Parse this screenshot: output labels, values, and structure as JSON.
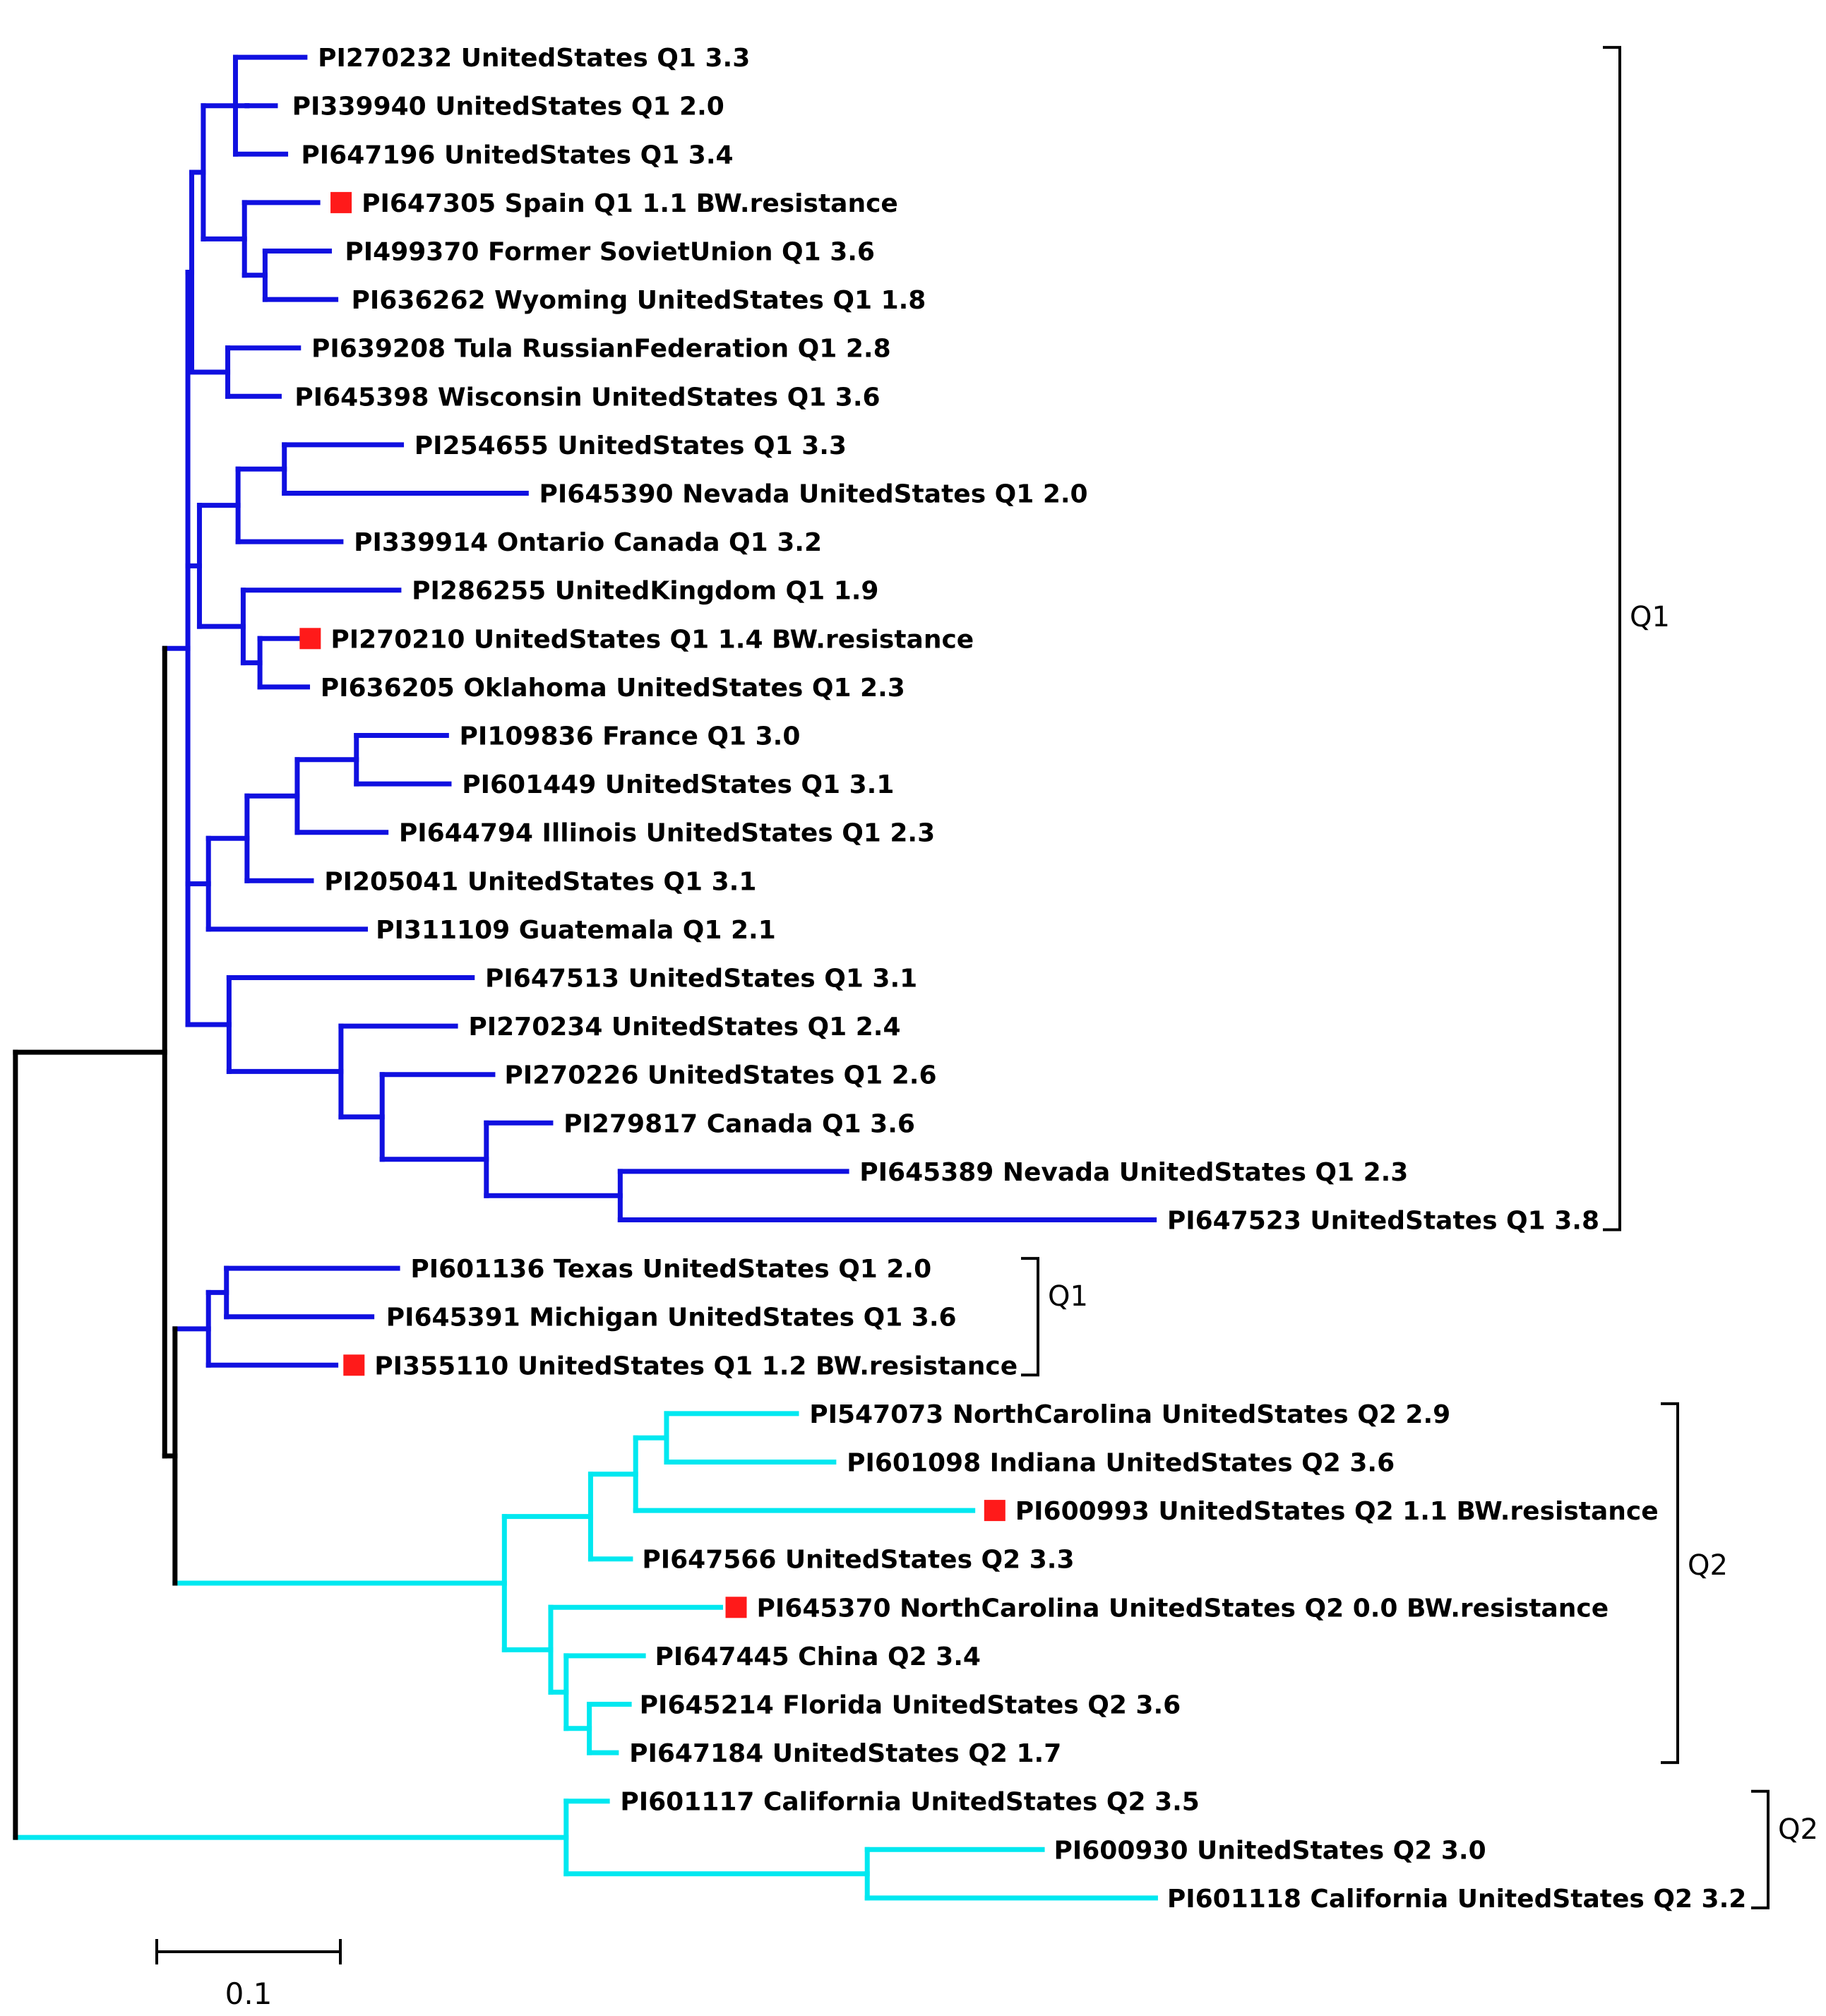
{
  "colors": {
    "q1_branch": "#1010e0",
    "q2_branch": "#00e8f0",
    "root_branch": "#000000",
    "bw_marker": "#ff1a1a"
  },
  "leaves": [
    {
      "label": "PI270232 UnitedStates Q1 3.3",
      "bw": false
    },
    {
      "label": "PI339940 UnitedStates Q1 2.0",
      "bw": false
    },
    {
      "label": "PI647196 UnitedStates Q1 3.4",
      "bw": false
    },
    {
      "label": "PI647305 Spain Q1 1.1 BW.resistance",
      "bw": true
    },
    {
      "label": "PI499370 Former SovietUnion Q1 3.6",
      "bw": false
    },
    {
      "label": "PI636262 Wyoming UnitedStates Q1 1.8",
      "bw": false
    },
    {
      "label": "PI639208 Tula RussianFederation Q1 2.8",
      "bw": false
    },
    {
      "label": "PI645398 Wisconsin UnitedStates Q1 3.6",
      "bw": false
    },
    {
      "label": "PI254655 UnitedStates Q1 3.3",
      "bw": false
    },
    {
      "label": "PI645390 Nevada UnitedStates Q1 2.0",
      "bw": false
    },
    {
      "label": "PI339914 Ontario Canada Q1 3.2",
      "bw": false
    },
    {
      "label": "PI286255 UnitedKingdom Q1 1.9",
      "bw": false
    },
    {
      "label": "PI270210 UnitedStates Q1 1.4 BW.resistance",
      "bw": true
    },
    {
      "label": "PI636205 Oklahoma UnitedStates Q1 2.3",
      "bw": false
    },
    {
      "label": "PI109836 France Q1 3.0",
      "bw": false
    },
    {
      "label": "PI601449 UnitedStates Q1 3.1",
      "bw": false
    },
    {
      "label": "PI644794 Illinois UnitedStates Q1 2.3",
      "bw": false
    },
    {
      "label": "PI205041 UnitedStates Q1 3.1",
      "bw": false
    },
    {
      "label": "PI311109 Guatemala Q1 2.1",
      "bw": false
    },
    {
      "label": "PI647513 UnitedStates Q1 3.1",
      "bw": false
    },
    {
      "label": "PI270234 UnitedStates Q1 2.4",
      "bw": false
    },
    {
      "label": "PI270226 UnitedStates Q1 2.6",
      "bw": false
    },
    {
      "label": "PI279817 Canada Q1 3.6",
      "bw": false
    },
    {
      "label": "PI645389 Nevada UnitedStates Q1 2.3",
      "bw": false
    },
    {
      "label": "PI647523 UnitedStates Q1 3.8",
      "bw": false
    },
    {
      "label": "PI601136 Texas UnitedStates Q1 2.0",
      "bw": false
    },
    {
      "label": "PI645391 Michigan UnitedStates Q1 3.6",
      "bw": false
    },
    {
      "label": "PI355110 UnitedStates Q1 1.2 BW.resistance",
      "bw": true
    },
    {
      "label": "PI547073 NorthCarolina UnitedStates Q2 2.9",
      "bw": false
    },
    {
      "label": "PI601098 Indiana UnitedStates Q2 3.6",
      "bw": false
    },
    {
      "label": "PI600993 UnitedStates Q2 1.1 BW.resistance",
      "bw": true
    },
    {
      "label": "PI647566 UnitedStates Q2 3.3",
      "bw": false
    },
    {
      "label": "PI645370 NorthCarolina UnitedStates Q2 0.0 BW.resistance",
      "bw": true
    },
    {
      "label": "PI647445 China Q2 3.4",
      "bw": false
    },
    {
      "label": "PI645214 Florida UnitedStates Q2 3.6",
      "bw": false
    },
    {
      "label": "PI647184 UnitedStates Q2 1.7",
      "bw": false
    },
    {
      "label": "PI601117 California UnitedStates Q2 3.5",
      "bw": false
    },
    {
      "label": "PI600930 UnitedStates Q2 3.0",
      "bw": false
    },
    {
      "label": "PI601118 California UnitedStates Q2 3.2",
      "bw": false
    }
  ],
  "clades": [
    "Q1",
    "Q1",
    "Q2",
    "Q2"
  ],
  "scale_bar": {
    "label": "0.1",
    "value": 0.1
  }
}
